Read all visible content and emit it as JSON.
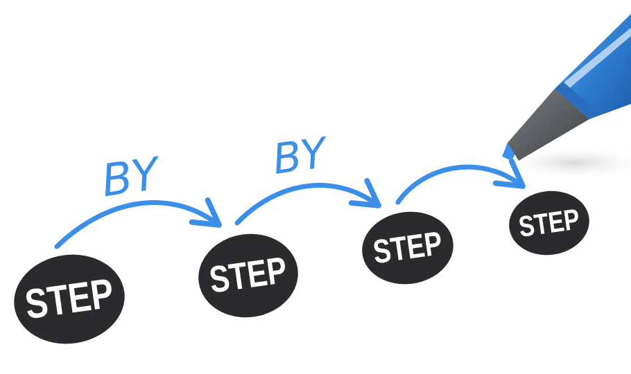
{
  "illustration": {
    "steps": [
      "STEP",
      "STEP",
      "STEP",
      "STEP"
    ],
    "connectors": [
      "BY",
      "BY"
    ],
    "colors": {
      "ink": "#3b8fe8",
      "badge": "#2b2b2d",
      "badge_text": "#ffffff",
      "pen_body": "#3a86d8",
      "pen_cap": "#55585c"
    }
  }
}
